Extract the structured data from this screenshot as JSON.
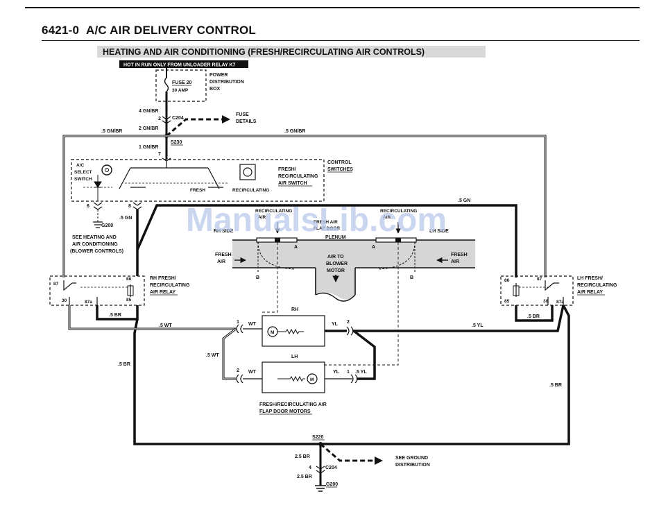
{
  "header": {
    "section_number": "6421-0",
    "section_title": "A/C AIR DELIVERY CONTROL"
  },
  "diagram": {
    "title": "HEATING AND AIR CONDITIONING (FRESH/RECIRCULATING AIR CONTROLS)",
    "hot_in_run": "HOT IN RUN ONLY FROM UNLOADER RELAY K7",
    "power_box": {
      "fuse": "FUSE 20",
      "amps": "30 AMP",
      "name_1": "POWER",
      "name_2": "DISTRIBUTION",
      "name_3": "BOX"
    },
    "wires": {
      "w4_gnbr": "4 GN/BR",
      "w2_gnbr": "2 GN/BR",
      "w1_gnbr": "1 GN/BR",
      "w05_gnbr_left": ".5 GN/BR",
      "w05_gnbr_right": ".5 GN/BR",
      "w05_gn_left": ".5 GN",
      "w05_gn_right": ".5 GN",
      "w05_br_relay_left": ".5 BR",
      "w05_br_relay_right": ".5 BR",
      "w05_wt_top": ".5 WT",
      "w05_wt_side": ".5 WT",
      "w05_yl_top": ".5 YL",
      "w05_yl_lh": ".5 YL",
      "w05_br_left": ".5 BR",
      "w05_br_right": ".5 BR",
      "w25_br_top": "2.5 BR",
      "w25_br_bottom": "2.5 BR"
    },
    "connectors": {
      "c204_top": "C204",
      "c204_bottom": "C204",
      "s230": "S230",
      "s220": "S220",
      "g200_top": "G200",
      "g200_bottom": "G200"
    },
    "pins": {
      "p2": "2",
      "p7": "7",
      "p6": "6",
      "p8": "8",
      "p4": "4",
      "m_rh_1": "1",
      "m_rh_2": "2",
      "m_lh_2": "2",
      "m_lh_1": "1",
      "r_l_87": "87",
      "r_l_86": "86",
      "r_l_30": "30",
      "r_l_87a": "87a",
      "r_l_85": "85",
      "r_r_86": "86",
      "r_r_87": "87",
      "r_r_85": "85",
      "r_r_30": "30",
      "r_r_87a": "87a"
    },
    "fuse_details_1": "FUSE",
    "fuse_details_2": "DETAILS",
    "control_switches_1": "CONTROL",
    "control_switches_2": "SWITCHES",
    "ac_select_1": "A/C",
    "ac_select_2": "SELECT",
    "ac_select_3": "SWITCH",
    "fresh_recirc_switch_1": "FRESH/",
    "fresh_recirc_switch_2": "RECIRCULATING",
    "fresh_recirc_switch_3": "AIR SWITCH",
    "switch_fresh": "FRESH",
    "switch_recirculating": "RECIRCULATING",
    "see_heating_1": "SEE HEATING AND",
    "see_heating_2": "AIR CONDITIONING",
    "see_heating_3": "(BLOWER CONTROLS)",
    "rh_relay_1": "RH FRESH/",
    "rh_relay_2": "RECIRCULATING",
    "rh_relay_3": "AIR RELAY",
    "lh_relay_1": "LH FRESH/",
    "lh_relay_2": "RECIRCULATING",
    "lh_relay_3": "AIR RELAY",
    "plenum": {
      "recirc_left_1": "RECIRCULATING",
      "recirc_left_2": "AIR",
      "recirc_right_1": "RECIRCULATING",
      "recirc_right_2": "AIR",
      "rh_side": "RH SIDE",
      "lh_side": "LH SIDE",
      "fresh_air_door_1": "FRESH AIR",
      "fresh_air_door_2": "FLAP DOOR",
      "plenum": "PLENUM",
      "fresh_left_1": "FRESH",
      "fresh_left_2": "AIR",
      "fresh_right_1": "FRESH",
      "fresh_right_2": "AIR",
      "to_blower_1": "AIR TO",
      "to_blower_2": "BLOWER",
      "to_blower_3": "MOTOR",
      "a_left": "A",
      "b_left": "B",
      "a_right": "A",
      "b_right": "B"
    },
    "motor_rh": "RH",
    "motor_lh": "LH",
    "motor_symbol": "M",
    "wt_rh": "WT",
    "wt_lh": "WT",
    "yl_rh": "YL",
    "yl_lh": "YL",
    "motors_caption_1": "FRESH/RECIRCULATING AIR",
    "motors_caption_2": "FLAP DOOR MOTORS",
    "see_ground_1": "SEE GROUND",
    "see_ground_2": "DISTRIBUTION"
  },
  "watermark": "ManualsLib.com"
}
